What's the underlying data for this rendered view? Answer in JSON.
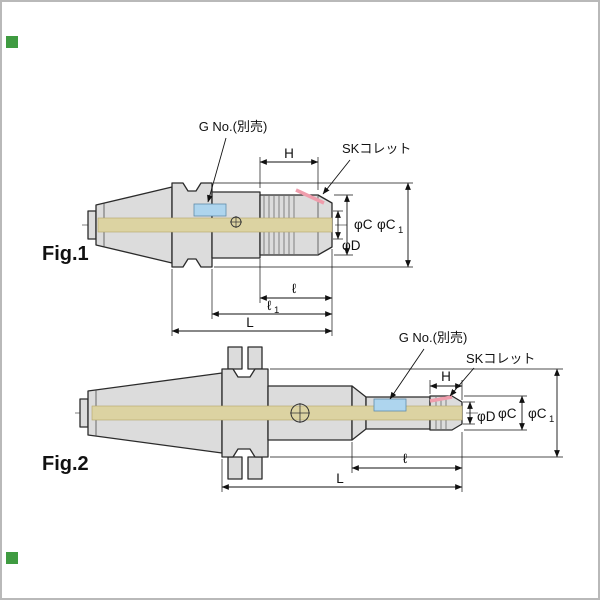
{
  "colors": {
    "outline": "#2b2b2b",
    "metal": "#dcdcdc",
    "section_band": "#dcd3a2",
    "highlight_blue": "#aed5ee",
    "highlight_pink": "#ef9dac",
    "corner_marker_green": "#3f9b41",
    "frame_border": "#b9b9b9"
  },
  "fig1": {
    "label": "Fig.1",
    "callout_g_no": "G No.(別売)",
    "callout_sk": "SKコレット",
    "dim_h": "H",
    "dim_phi_c": "φC",
    "dim_phi_c1_base": "φC",
    "dim_phi_c1_sub": "1",
    "dim_phi_d": "φD",
    "dim_ell": "ℓ",
    "dim_ell1_base": "ℓ",
    "dim_ell1_sub": "1",
    "dim_L": "L"
  },
  "fig2": {
    "label": "Fig.2",
    "callout_g_no": "G No.(別売)",
    "callout_sk": "SKコレット",
    "dim_h": "H",
    "dim_phi_c": "φC",
    "dim_phi_c1_base": "φC",
    "dim_phi_c1_sub": "1",
    "dim_phi_d": "φD",
    "dim_ell": "ℓ",
    "dim_L": "L"
  }
}
